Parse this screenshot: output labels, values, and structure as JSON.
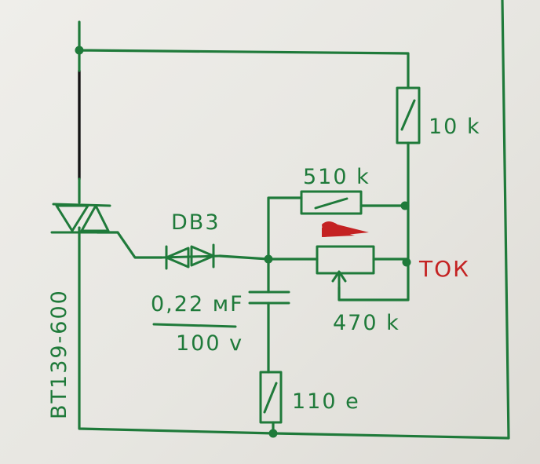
{
  "labels": {
    "r_top": "10 k",
    "r_parallel": "510 k",
    "pot": "470 k",
    "pot_note": "ТОК",
    "diac": "DB3",
    "cap_value": "0,22 мF",
    "cap_voltage": "100 v",
    "r_bottom": "110 e",
    "triac": "BT139-600"
  },
  "colors": {
    "ink": "#1f7a3a",
    "mains": "#151515",
    "accent": "#c42222"
  }
}
